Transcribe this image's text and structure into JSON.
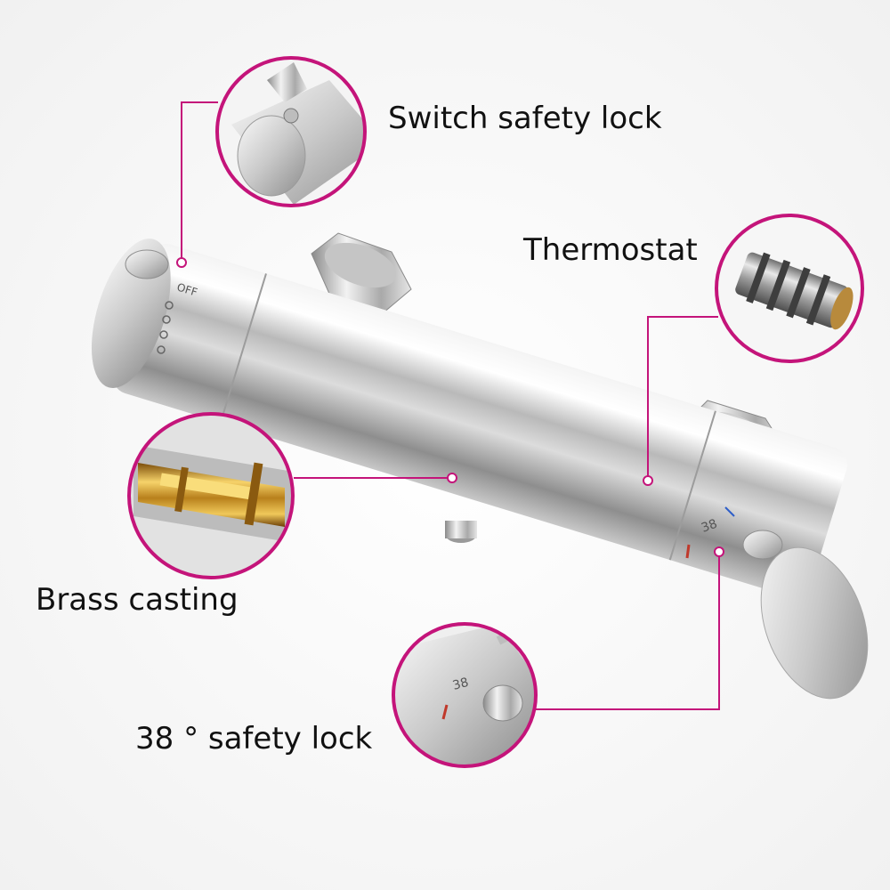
{
  "accent_color": "#c4147a",
  "callouts": {
    "switch_lock": {
      "label": "Switch safety lock",
      "icon": "switch-lock-detail"
    },
    "thermostat": {
      "label": "Thermostat",
      "icon": "thermostat-cartridge"
    },
    "brass": {
      "label": "Brass casting",
      "icon": "brass-cutaway"
    },
    "lock38": {
      "label": "38 ° safety lock",
      "icon": "38-lock-detail"
    }
  },
  "valve_markings": {
    "off": "OFF",
    "temp": "38"
  }
}
